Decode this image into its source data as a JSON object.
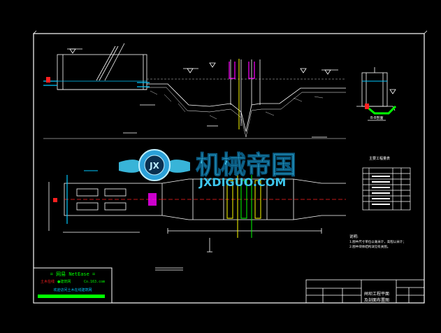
{
  "watermark": {
    "title": "机械帝国",
    "url": "JXDIGUO.COM",
    "emblem_text": "JX"
  },
  "notes": {
    "heading": "说明:",
    "lines": [
      "1.图中尺寸单位以毫米计，高程以米计；",
      "2.图中坝体结构详见有关图。"
    ]
  },
  "section_label": "B-B剖面",
  "table_title": "主要工程量表",
  "table_rows": 7,
  "stamp": {
    "title": "= 网易 NetEase =",
    "line2_left": "土木在线",
    "line2_mid": "●建筑网",
    "line2_right": "Co.163.com",
    "line3": "欢迎访问土木在线建筑网"
  },
  "titleblock": {
    "drawing_name_1": "闸坝工程平面",
    "drawing_name_2": "及剖面布置图"
  },
  "colors": {
    "background": "#000000",
    "lines": "#ffffff",
    "water": "#00c8ff",
    "gate": "#ff00ff",
    "yellow": "#ffff00",
    "green": "#00ff00",
    "red": "#ff2020",
    "watermark": "#3ec8f0"
  }
}
